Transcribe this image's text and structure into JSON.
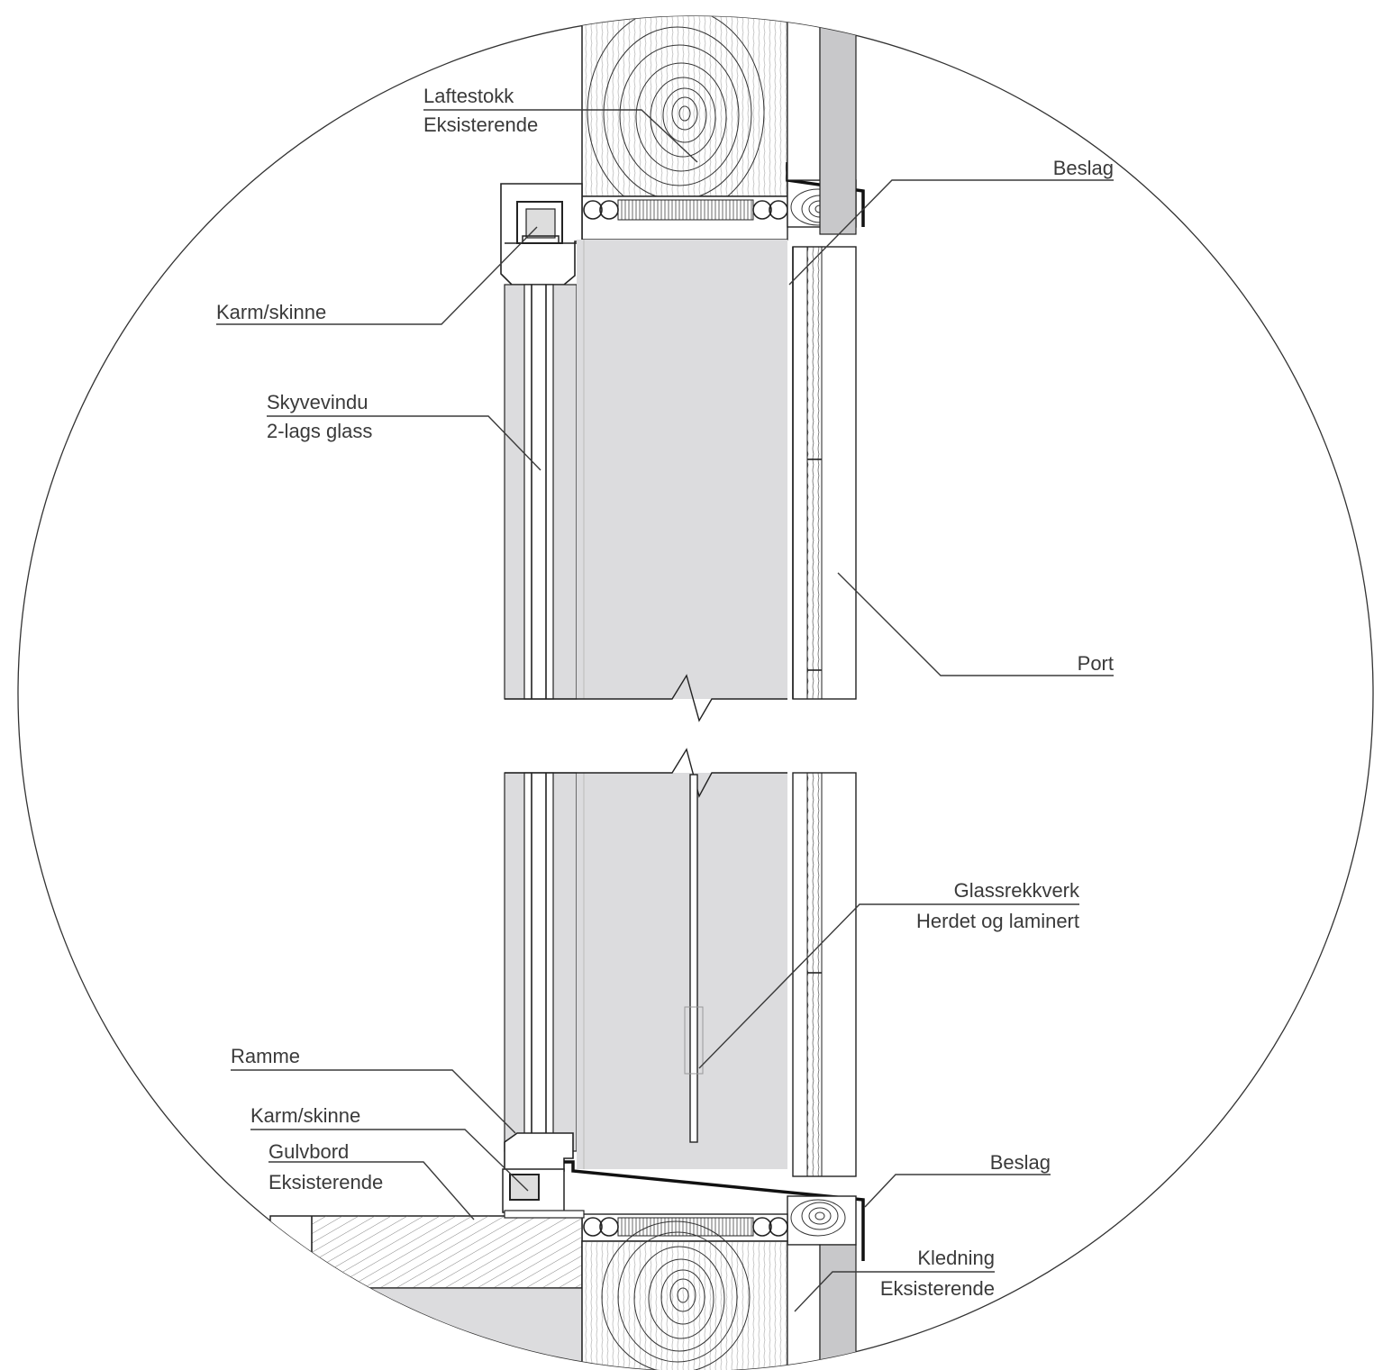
{
  "labels": {
    "laftestokk": {
      "line1": "Laftestokk",
      "line2": "Eksisterende"
    },
    "beslag_top": "Beslag",
    "karm_top": "Karm/skinne",
    "skyvevindu": {
      "line1": "Skyvevindu",
      "line2": "2-lags glass"
    },
    "port": "Port",
    "glassrekkverk": {
      "line1": "Glassrekkverk",
      "line2": "Herdet og laminert"
    },
    "ramme": "Ramme",
    "karm_bottom": "Karm/skinne",
    "gulvbord": {
      "line1": "Gulvbord",
      "line2": "Eksisterende"
    },
    "beslag_bottom": "Beslag",
    "kledning": {
      "line1": "Kledning",
      "line2": "Eksisterende"
    }
  },
  "colors": {
    "stroke": "#222222",
    "fill_grey": "#dcdcde",
    "fill_dark_grey": "#c8c8ca",
    "background": "#ffffff"
  }
}
